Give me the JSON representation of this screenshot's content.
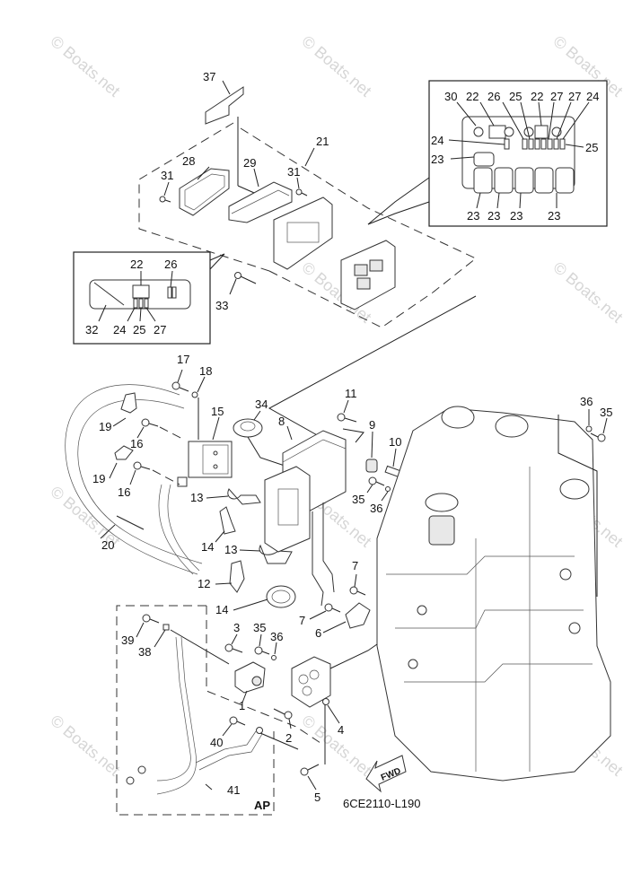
{
  "diagram": {
    "title_code": "6CE2110-L190",
    "watermark_text": "© Boats.net",
    "direction_marker": "FWD",
    "ap_group_label": "AP",
    "colors": {
      "line": "#222222",
      "background": "#ffffff",
      "watermark": "#d6d6d6"
    }
  },
  "callouts": {
    "n1": "1",
    "n2": "2",
    "n3": "3",
    "n4": "4",
    "n5": "5",
    "n6": "6",
    "n7a": "7",
    "n7b": "7",
    "n8": "8",
    "n9": "9",
    "n10": "10",
    "n11": "11",
    "n12": "12",
    "n13a": "13",
    "n13b": "13",
    "n14a": "14",
    "n14b": "14",
    "n15": "15",
    "n16a": "16",
    "n16b": "16",
    "n17": "17",
    "n18": "18",
    "n19a": "19",
    "n19b": "19",
    "n20": "20",
    "n21": "21",
    "n28": "28",
    "n29": "29",
    "n31a": "31",
    "n31b": "31",
    "n33": "33",
    "n34": "34",
    "n35a": "35",
    "n35b": "35",
    "n35c": "35",
    "n36a": "36",
    "n36b": "36",
    "n36c": "36",
    "n37": "37",
    "n38": "38",
    "n39": "39",
    "n40": "40",
    "n41": "41"
  },
  "inset_right": {
    "top_labels": [
      "30",
      "22",
      "26",
      "25",
      "22",
      "27",
      "27",
      "24"
    ],
    "left_labels": [
      "24",
      "23"
    ],
    "right_label": "25",
    "bottom_labels": [
      "23",
      "23",
      "23",
      "23"
    ]
  },
  "inset_left": {
    "top_labels": [
      "22",
      "26"
    ],
    "bottom_labels": [
      "32",
      "24",
      "25",
      "27"
    ]
  }
}
